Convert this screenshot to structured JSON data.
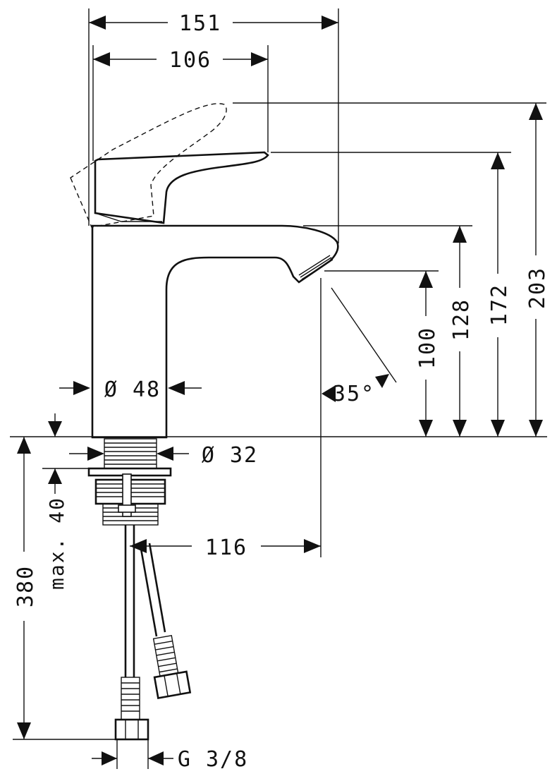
{
  "dimensions": {
    "overall_width": "151",
    "lever_reach": "106",
    "body_diameter": "Ø 48",
    "shank_diameter": "Ø 32",
    "height_lever_open": "203",
    "height_lever": "172",
    "height_spout_top": "128",
    "height_spout_outlet": "100",
    "spout_angle": "35°",
    "spout_projection": "116",
    "max_deck_thickness": "max. 40",
    "hose_length": "380",
    "connection_thread": "G 3/8"
  }
}
